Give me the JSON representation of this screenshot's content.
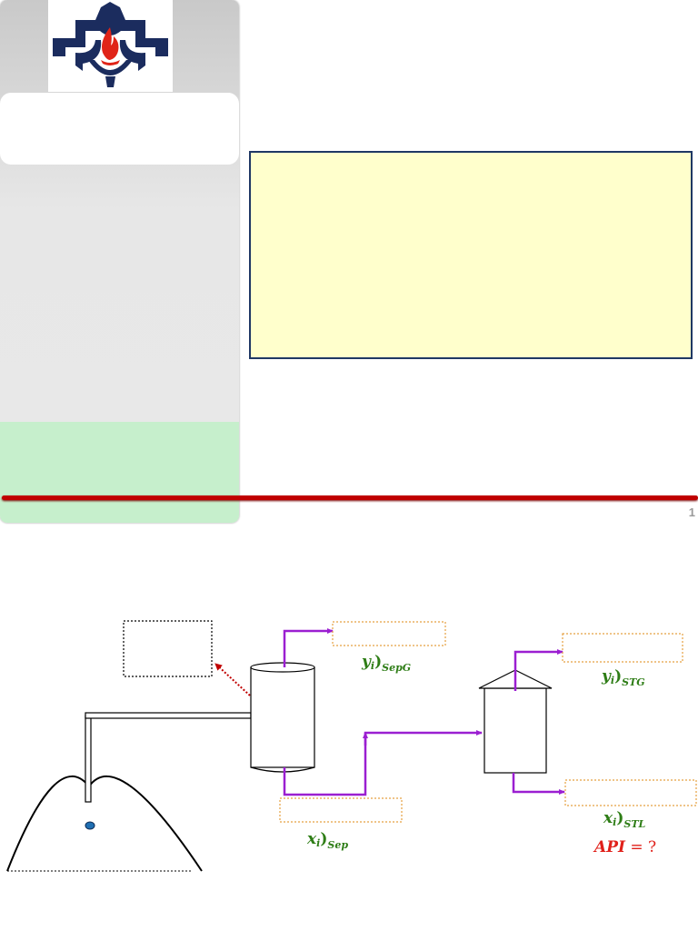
{
  "slide": {
    "page_number": "1"
  },
  "colors": {
    "stream": "#9b1fd1",
    "label_green": "#2e7d16",
    "api_red": "#e0201a",
    "box_border": "#e5a040",
    "logo_navy": "#1b2c5e",
    "logo_flame": "#e02418"
  },
  "diagram": {
    "sep_gas_label": {
      "main": "y",
      "sub1": "i",
      "paren": ")",
      "sub2": "SepG"
    },
    "sep_liquid_label": {
      "main": "x",
      "sub1": "i",
      "paren": ")",
      "sub2": "Sep"
    },
    "tank_gas_label": {
      "main": "y",
      "sub1": "i",
      "paren": ")",
      "sub2": "STG"
    },
    "tank_liquid_label": {
      "main": "x",
      "sub1": "i",
      "paren": ")",
      "sub2": "STL"
    },
    "api_label": {
      "lhs": "API",
      "eq": " = ",
      "rhs": "?"
    }
  }
}
